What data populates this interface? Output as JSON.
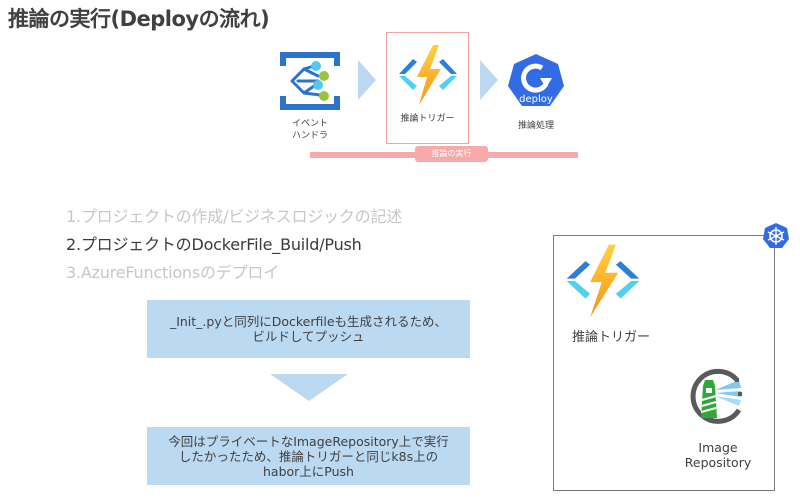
{
  "title": "推論の実行(Deployの流れ)",
  "flow": {
    "nodes": [
      {
        "label_line1": "イベント",
        "label_line2": "ハンドラ",
        "icon": "event-grid-icon"
      },
      {
        "label": "推論トリガー",
        "icon": "azure-functions-icon"
      },
      {
        "label": "推論処理",
        "icon": "k8s-deploy-icon",
        "icon_text": "deploy"
      }
    ],
    "execution_bar_label": "推論の実行"
  },
  "steps": [
    {
      "text": "1.プロジェクトの作成/ビジネスロジックの記述",
      "state": "dim"
    },
    {
      "text": "2.プロジェクトのDockerFile_Build/Push",
      "state": "active"
    },
    {
      "text": "3.AzureFunctionsのデプロイ",
      "state": "dim"
    }
  ],
  "notes": [
    {
      "line1": "_Init_.pyと同列にDockerfileも生成されるため、",
      "line2": "ビルドしてプッシュ"
    },
    {
      "line1": "今回はプライベートなImageRepository上で実行",
      "line2": "したかったため、推論トリガーと同じk8s上の",
      "line3": "habor上にPush"
    }
  ],
  "cluster": {
    "badge_icon": "kubernetes-icon",
    "trigger_label": "推論トリガー",
    "repo_label_line1": "Image",
    "repo_label_line2": "Repository"
  },
  "colors": {
    "highlight": "#f8a9a9",
    "note_bg": "#bcd9f2",
    "k8s_blue": "#326ce5"
  }
}
